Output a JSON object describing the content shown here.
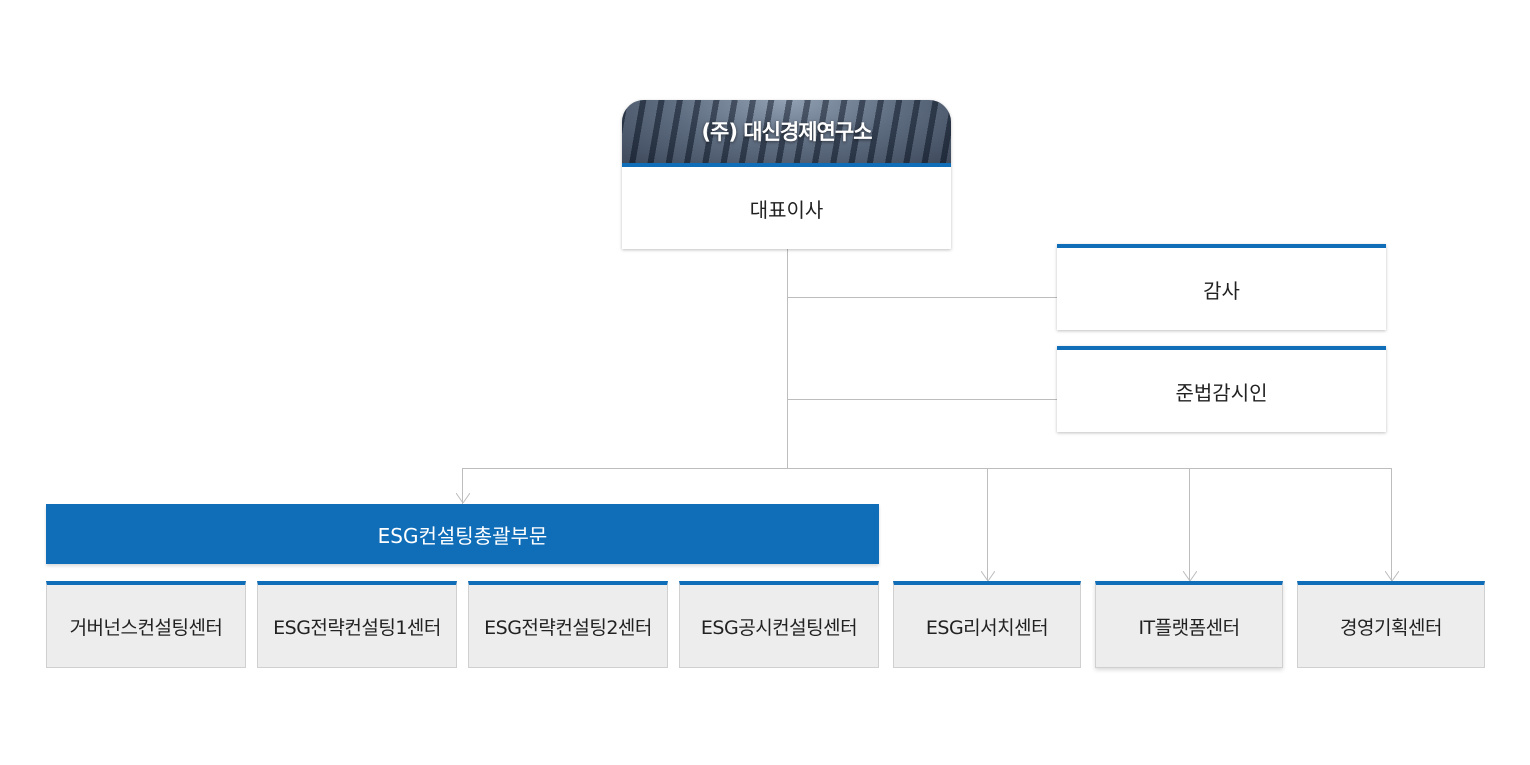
{
  "company": {
    "name": "(주) 대신경제연구소",
    "head_title": "대표이사"
  },
  "staff": [
    {
      "label": "감사"
    },
    {
      "label": "준법감시인"
    }
  ],
  "division": {
    "label": "ESG컨설팅총괄부문",
    "centers": [
      {
        "label": "거버넌스컨설팅센터"
      },
      {
        "label": "ESG전략컨설팅1센터"
      },
      {
        "label": "ESG전략컨설팅2센터"
      },
      {
        "label": "ESG공시컨설팅센터"
      }
    ]
  },
  "independent_centers": [
    {
      "label": "ESG리서치센터"
    },
    {
      "label": "IT플랫폼센터"
    },
    {
      "label": "경영기획센터"
    }
  ],
  "colors": {
    "accent": "#106eb8",
    "connector": "#bdbdbd",
    "box_fill": "#ededed"
  }
}
